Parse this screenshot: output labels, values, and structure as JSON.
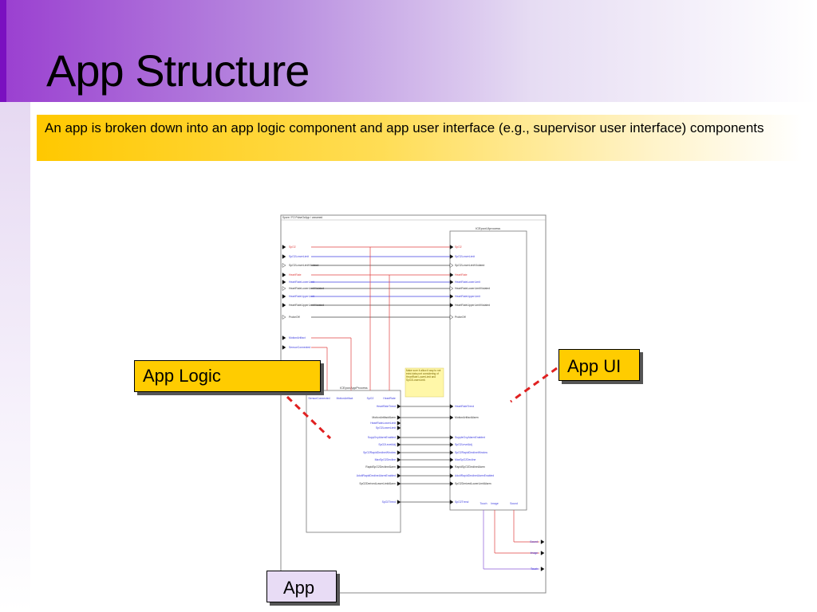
{
  "slide": {
    "title": "App Structure",
    "subtitle": "An app is broken down into an app logic component and app user interface (e.g., supervisor user interface) components"
  },
  "callouts": {
    "app_logic": "App Logic",
    "app_ui": "App UI",
    "app": "App"
  },
  "diagram": {
    "header": "Spore / FO PulseOxApp / unnamed",
    "ui_block_title": "ICEpoxUIprocess",
    "logic_block_title": "ICEpoxAppProcess",
    "outer_inputs": [
      "SpO2",
      "SpO2LowerLimit",
      "SpO2LowerLimitViolated",
      "HeartRate",
      "HeartRateLowerLimit",
      "HeartRateLowerLimitViolated",
      "HeartRateUpperLimit",
      "HeartRateUpperLimitViolated",
      "ProbeOff"
    ],
    "outer_inputs2": [
      "MotionArtifact",
      "SensorConnected"
    ],
    "ui_inputs": [
      "SpO2",
      "SpO2LowerLimit",
      "SpO2LowerLimitViolated",
      "HeartRate",
      "HeartRateLowerLimit",
      "HeartRateLowerLimitViolated",
      "HeartRateUpperLimit",
      "HeartRateUpperLimitViolated",
      "ProbeOff"
    ],
    "logic_top_ports": [
      "SensorConnected",
      "MotionArtifact",
      "SpO2",
      "HeartRate"
    ],
    "note": "Make sure it allow it way to not exist data port considering of HeartRate LowerLimit and SpO2LowerLimit.",
    "logic_outputs": [
      "HeartRateTrend",
      "MotionArtifactAlarm",
      "HeartRateLowerLimit",
      "SpO2LowerLimit",
      "SuppOxyAlarmEnabled",
      "SpO2LevelAdj",
      "SpO2RapidDeclineWindow",
      "MaxSpO2Decline",
      "RapidSpO2DeclineAlarm",
      "AdultRapidDeclineAlarmEnabled",
      "SpO2DerivedLowerLimitAlarm",
      "SpO2Trend"
    ],
    "ui_ports_mid": [
      "HeartRateTrend",
      "MotionArtifactAlarm",
      "SuppleOxyAlarmEnabled",
      "SpO2LevelAdj",
      "SpO2RapidDeclineWindow",
      "MaxSpO2Decline",
      "RapidSpO2DeclineAlarm",
      "AdultRapidDeclineAlarmEnabled",
      "SpO2DerivedLowerLimitAlarm",
      "SpO2Trend"
    ],
    "ui_bottom_ports": [
      "Touch",
      "Image",
      "Sound"
    ],
    "outer_outputs": [
      "Sound",
      "Image",
      "Touch"
    ]
  }
}
